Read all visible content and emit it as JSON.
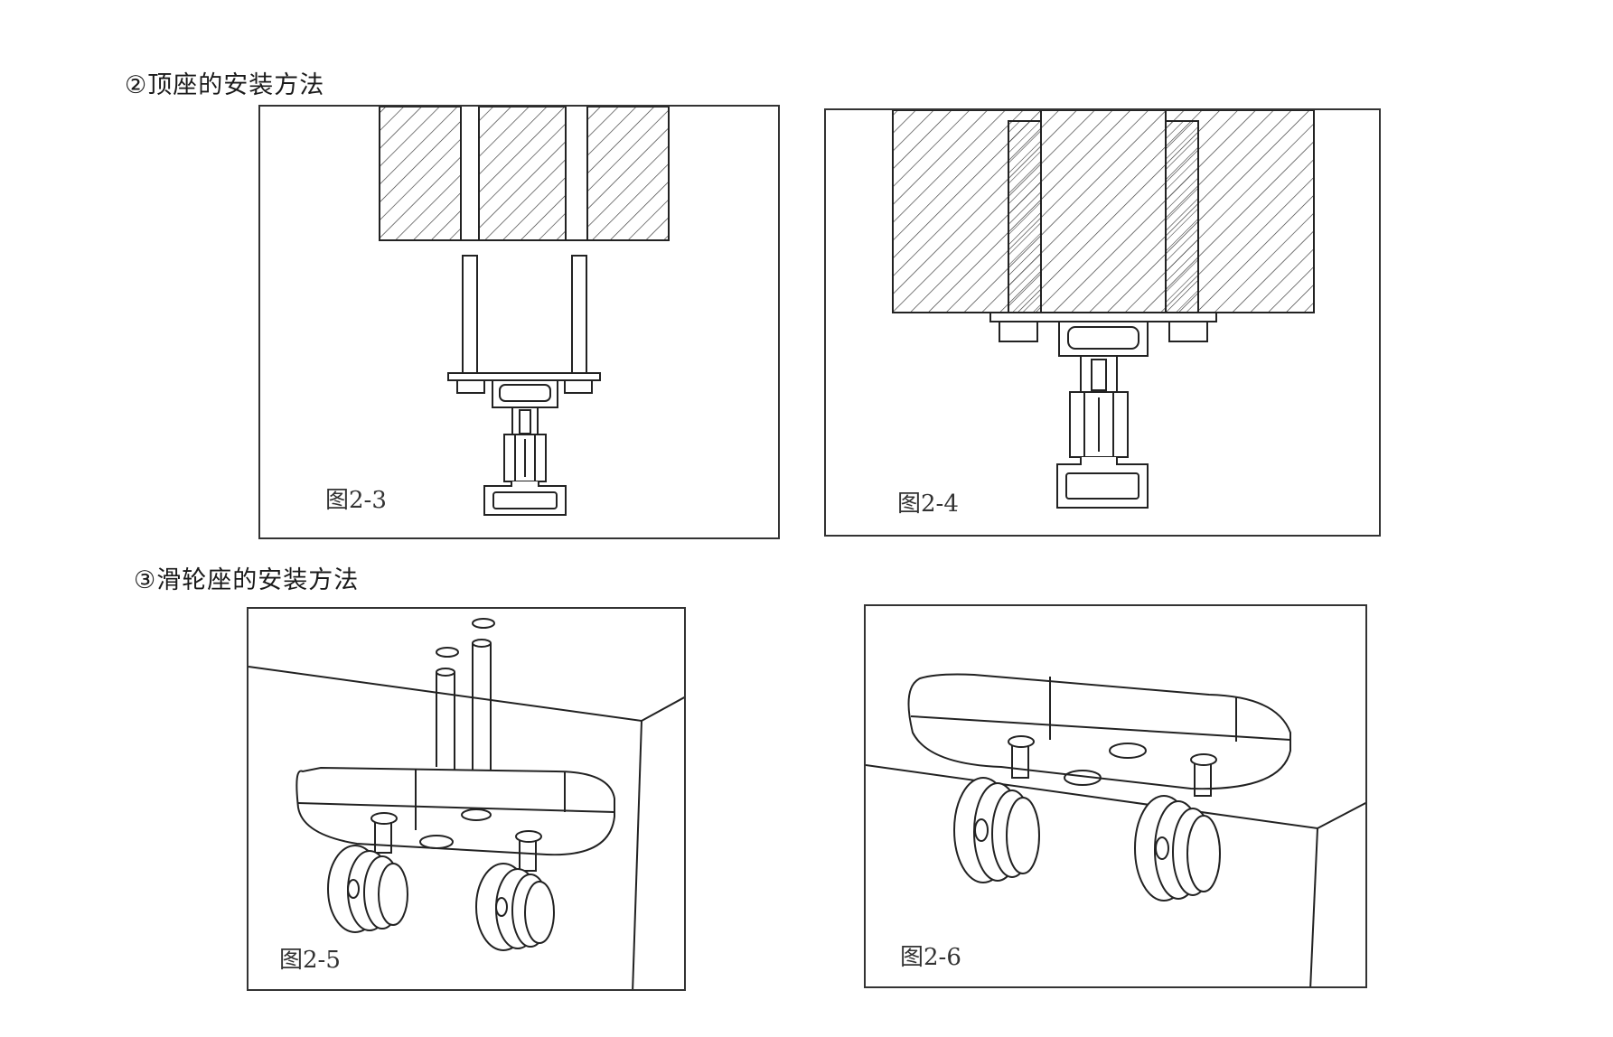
{
  "sections": {
    "top_seat": {
      "heading": "②顶座的安装方法"
    },
    "pulley_seat": {
      "heading": "③滑轮座的安装方法"
    }
  },
  "figures": {
    "fig_2_3": {
      "caption": "图2-3"
    },
    "fig_2_4": {
      "caption": "图2-4"
    },
    "fig_2_5": {
      "caption": "图2-5"
    },
    "fig_2_6": {
      "caption": "图2-6"
    }
  }
}
